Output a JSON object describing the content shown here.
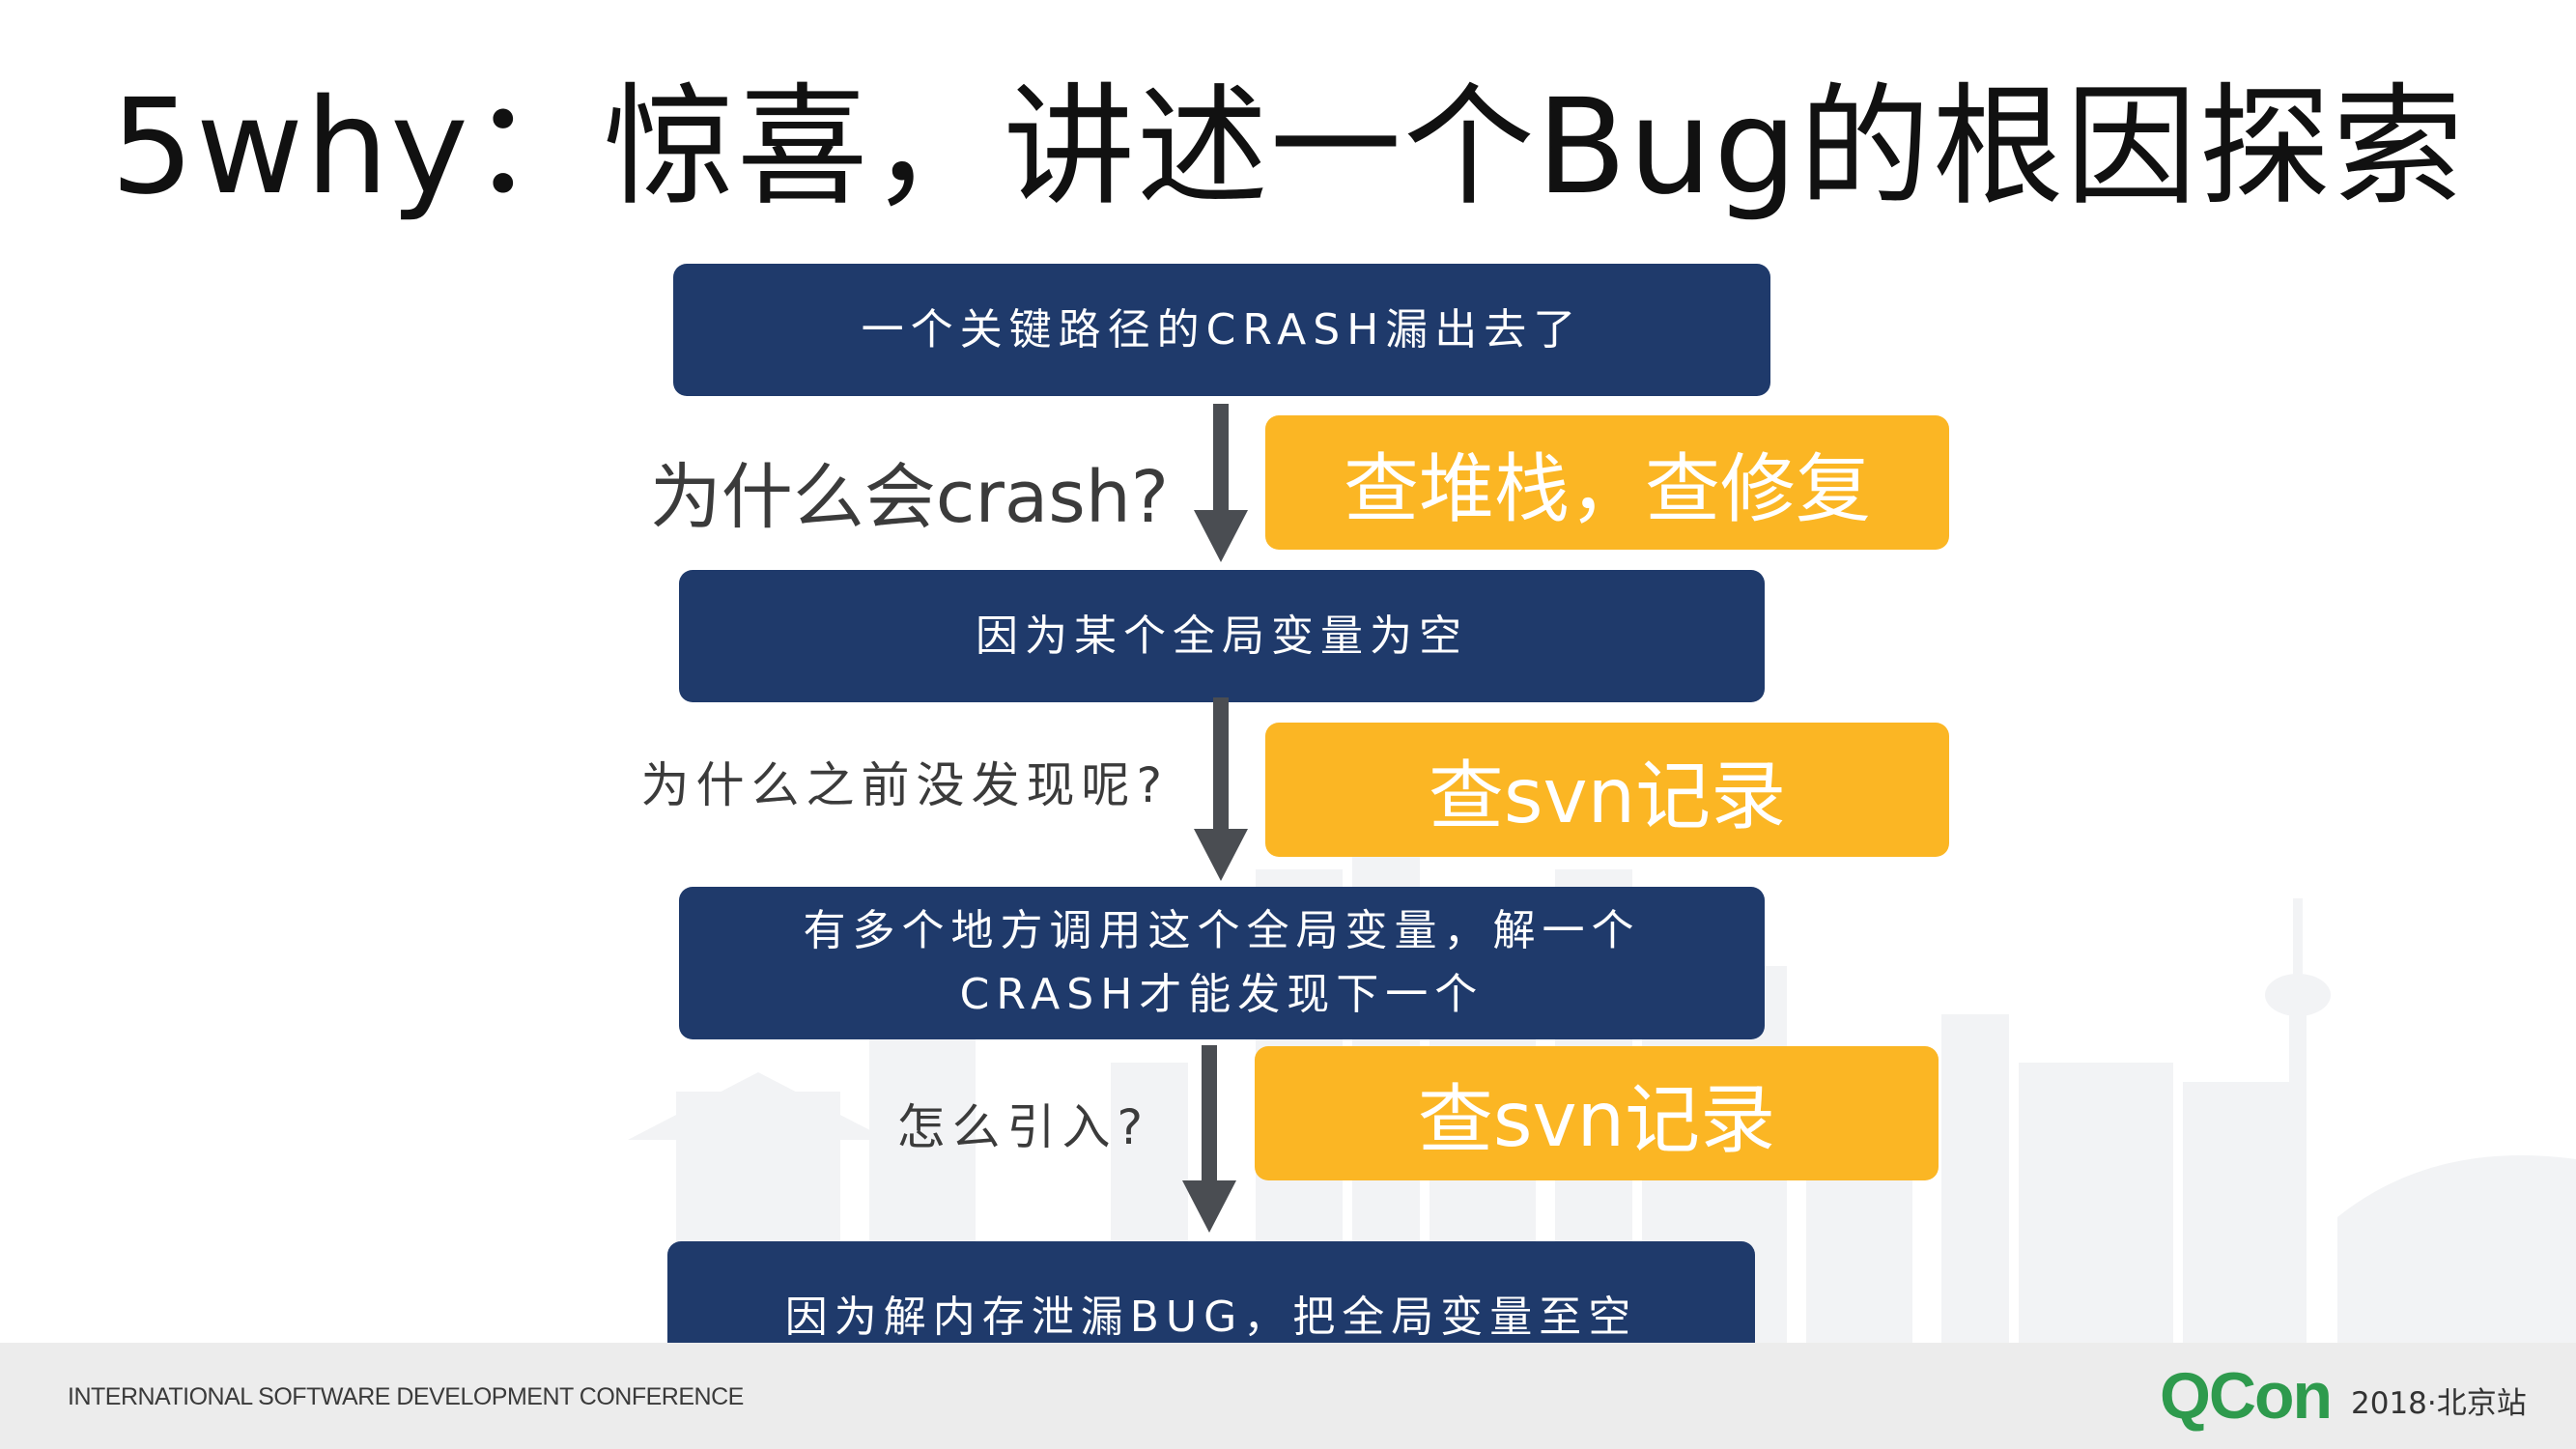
{
  "slide": {
    "title": "5why：惊喜，讲述一个Bug的根因探索"
  },
  "steps": [
    {
      "text": "一个关键路径的CRASH漏出去了"
    },
    {
      "text": "因为某个全局变量为空"
    },
    {
      "text": "有多个地方调用这个全局变量，解一个CRASH才能发现下一个"
    },
    {
      "text": "因为解内存泄漏BUG，把全局变量至空"
    }
  ],
  "questions": [
    {
      "text": "为什么会crash?"
    },
    {
      "text": "为什么之前没发现呢?"
    },
    {
      "text": "怎么引入?"
    }
  ],
  "answers": [
    {
      "text": "查堆栈，查修复"
    },
    {
      "text": "查svn记录"
    },
    {
      "text": "查svn记录"
    }
  ],
  "footer": {
    "conference": "INTERNATIONAL SOFTWARE DEVELOPMENT CONFERENCE",
    "brand": "QCon",
    "edition": "2018·北京站"
  },
  "colors": {
    "step_box": "#1f3a6b",
    "answer_box": "#fbb624",
    "arrow": "#4a4d52",
    "brand": "#2e9a4d"
  }
}
